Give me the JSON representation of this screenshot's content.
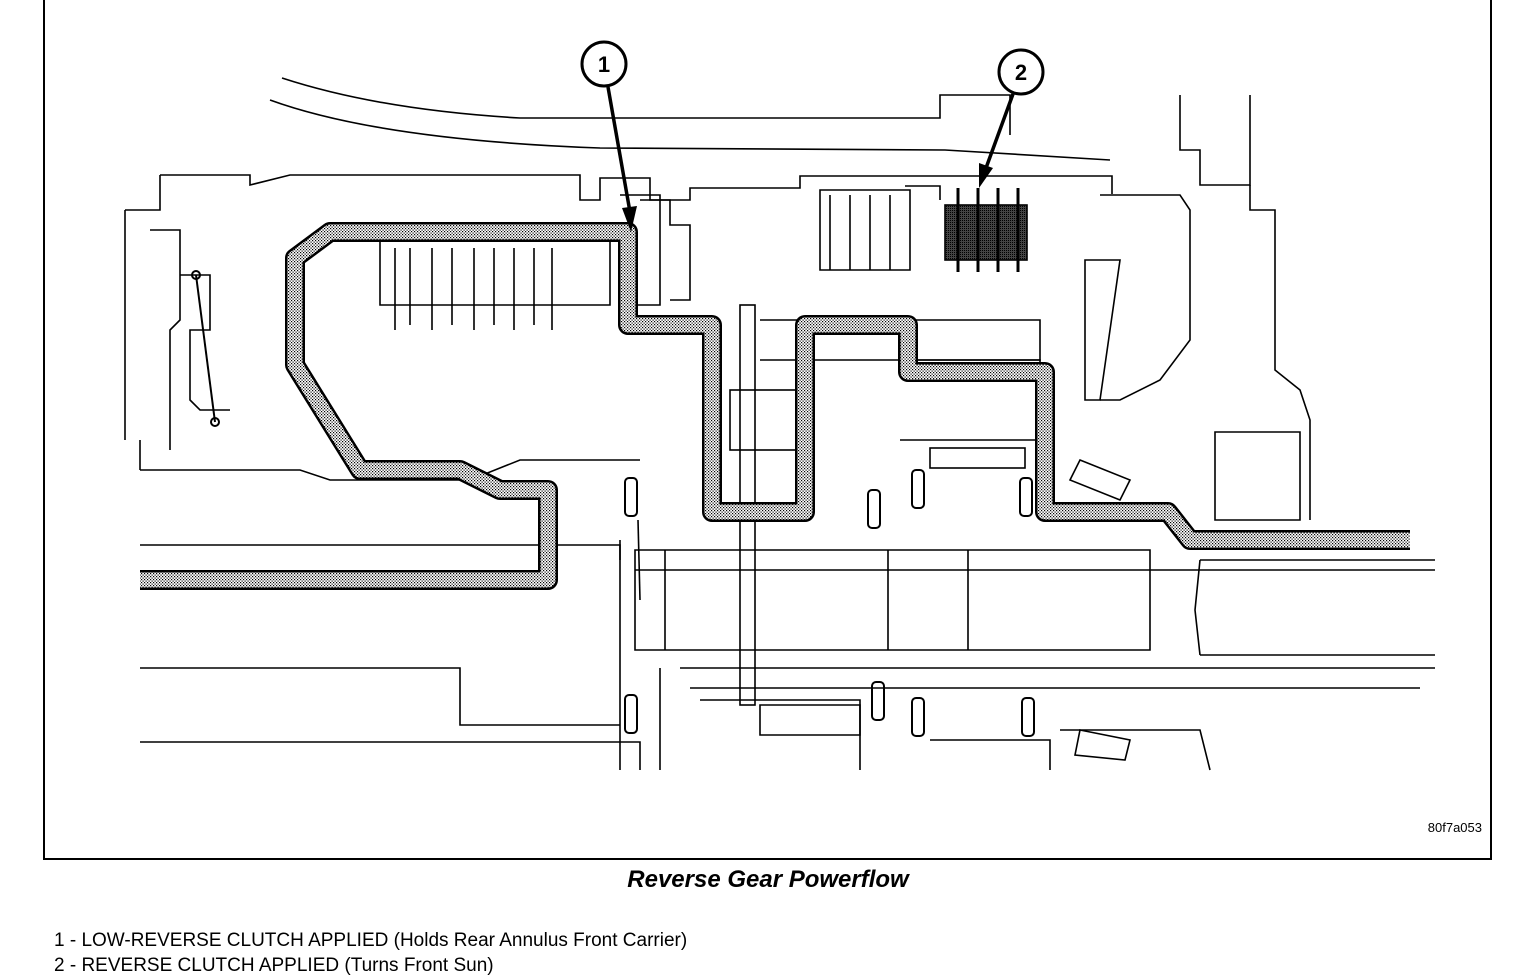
{
  "figure": {
    "figure_id": "80f7a053",
    "caption": "Reverse Gear Powerflow",
    "callouts": [
      {
        "number": "1"
      },
      {
        "number": "2"
      }
    ],
    "legend": [
      {
        "text": "1 - LOW-REVERSE CLUTCH APPLIED (Holds Rear Annulus Front Carrier)"
      },
      {
        "text": "2 - REVERSE CLUTCH APPLIED (Turns Front Sun)"
      }
    ],
    "colors": {
      "line": "#000000",
      "background": "#ffffff",
      "powerflow_fill": "#b4b4b4"
    }
  }
}
